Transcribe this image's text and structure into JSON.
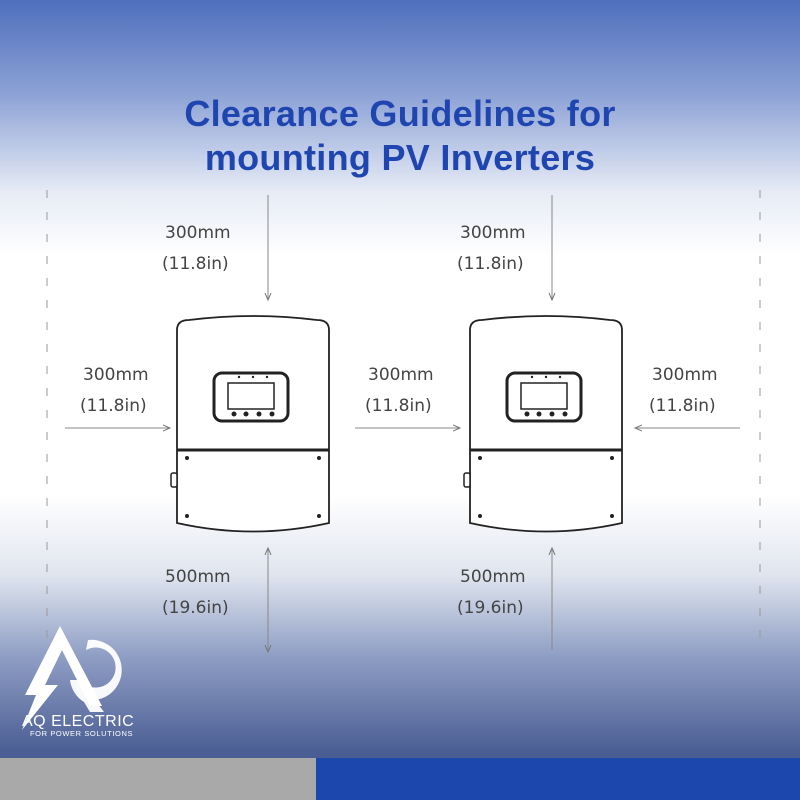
{
  "title": {
    "line1": "Clearance Guidelines for",
    "line2": "mounting PV Inverters"
  },
  "clearances": {
    "top_left": {
      "mm": "300mm",
      "in": "(11.8in)"
    },
    "top_right": {
      "mm": "300mm",
      "in": "(11.8in)"
    },
    "side_left": {
      "mm": "300mm",
      "in": "(11.8in)"
    },
    "side_middle": {
      "mm": "300mm",
      "in": "(11.8in)"
    },
    "side_right": {
      "mm": "300mm",
      "in": "(11.8in)"
    },
    "bottom_left": {
      "mm": "500mm",
      "in": "(19.6in)"
    },
    "bottom_right": {
      "mm": "500mm",
      "in": "(19.6in)"
    }
  },
  "logo": {
    "name": "AQ ELECTRIC",
    "tagline": "FOR POWER SOLUTIONS"
  },
  "colors": {
    "title": "#1f45b0",
    "strip_gray": "#a9a9a9",
    "strip_blue": "#1c47ad"
  }
}
